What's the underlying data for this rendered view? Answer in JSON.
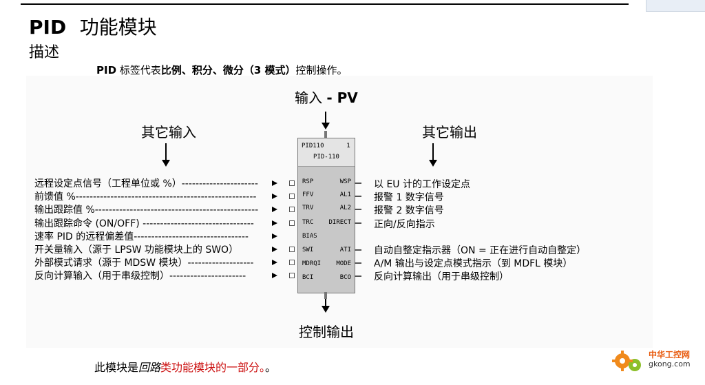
{
  "header": {
    "title_bold": "PID",
    "title_rest": "功能模块",
    "section": "描述",
    "intro_bold": "PID",
    "intro_part1": " 标签代表",
    "intro_part2": "比例、积分、微分（",
    "intro_part3": "3",
    "intro_part4": " 模式）",
    "intro_part5": "控制操作。"
  },
  "diagram": {
    "pv_label_prefix": "输入 ",
    "pv_label_bold": "- PV",
    "other_inputs": "其它输入",
    "other_outputs": "其它输出",
    "control_output": "控制输出",
    "block": {
      "id": "PID110",
      "number": "1",
      "tag": "PID-110",
      "left_pins": [
        "RSP",
        "FFV",
        "TRV",
        "TRC",
        "BIAS",
        "SWI",
        "MDRQI",
        "BCI"
      ],
      "right_pins": [
        "WSP",
        "AL1",
        "AL2",
        "DIRECT",
        "",
        "ATI",
        "MODE",
        "BCO"
      ]
    },
    "inputs": [
      "远程设定点信号（工程单位或 %）----------------------",
      "前馈值 %----------------------------------------------------",
      "输出跟踪值 %-----------------------------------------------",
      "输出跟踪命令 (ON/OFF) --------------------------------",
      "速率 PID 的远程偏差值---------------------------------",
      "开关量输入（源于 LPSW 功能模块上的 SWO）",
      "外部模式请求（源于 MDSW 模块）-------------------",
      "反向计算输入（用于串级控制）----------------------"
    ],
    "outputs": [
      "以 EU 计的工作设定点",
      "报警 1 数字信号",
      "报警 2 数字信号",
      "正向/反向指示",
      "",
      "自动自整定指示器（ON = 正在进行自动自整定）",
      "A/M 输出与设定点模式指示（到 MDFL 模块）",
      "反向计算输出（用于串级控制）"
    ]
  },
  "footer": {
    "part1": "此模块是",
    "italic": "回路",
    "red": "类功能模块的一部分。",
    "part2": "。"
  },
  "watermark": {
    "name": "中华工控网",
    "url": "gkong.com"
  }
}
